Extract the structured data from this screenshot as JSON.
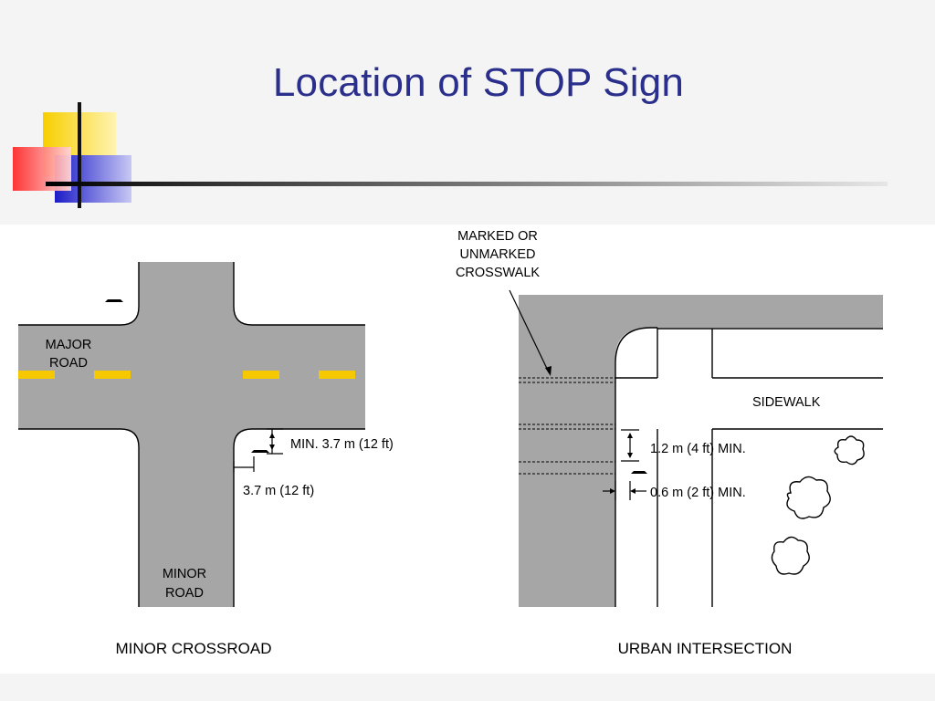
{
  "slide": {
    "title": "Location of STOP Sign"
  },
  "diagram": {
    "minor": {
      "major_road_line1": "MAJOR",
      "major_road_line2": "ROAD",
      "minor_road_line1": "MINOR",
      "minor_road_line2": "ROAD",
      "dim_vertical": "MIN. 3.7 m (12 ft)",
      "dim_horizontal": "3.7 m (12 ft)",
      "caption": "MINOR CROSSROAD"
    },
    "urban": {
      "crosswalk_line1": "MARKED OR",
      "crosswalk_line2": "UNMARKED",
      "crosswalk_line3": "CROSSWALK",
      "sidewalk": "SIDEWALK",
      "dim_vertical": "1.2 m (4 ft) MIN.",
      "dim_horizontal": "0.6 m (2 ft) MIN.",
      "caption": "URBAN INTERSECTION"
    }
  },
  "colors": {
    "title": "#2b2f8c",
    "road": "#a6a6a6",
    "lane_marking": "#f5c800"
  }
}
